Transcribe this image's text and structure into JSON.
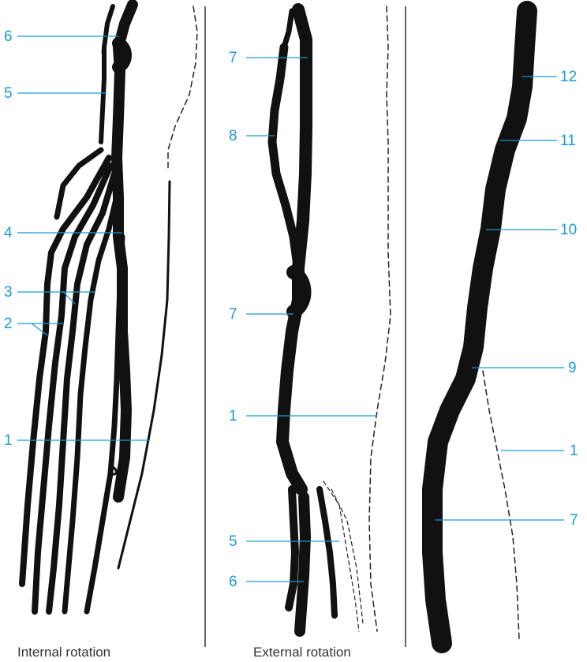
{
  "colors": {
    "label": "#1a9ad6",
    "vessel": "#111111",
    "divider": "#333333",
    "caption": "#333333"
  },
  "panels": [
    {
      "caption": "Internal rotation",
      "labels": [
        "6",
        "5",
        "4",
        "3",
        "2",
        "1"
      ]
    },
    {
      "caption": "External rotation",
      "labels": [
        "7",
        "8",
        "7",
        "1",
        "5",
        "6"
      ]
    },
    {
      "caption": "",
      "labels": [
        "12",
        "11",
        "10",
        "9",
        "1",
        "7"
      ]
    }
  ]
}
